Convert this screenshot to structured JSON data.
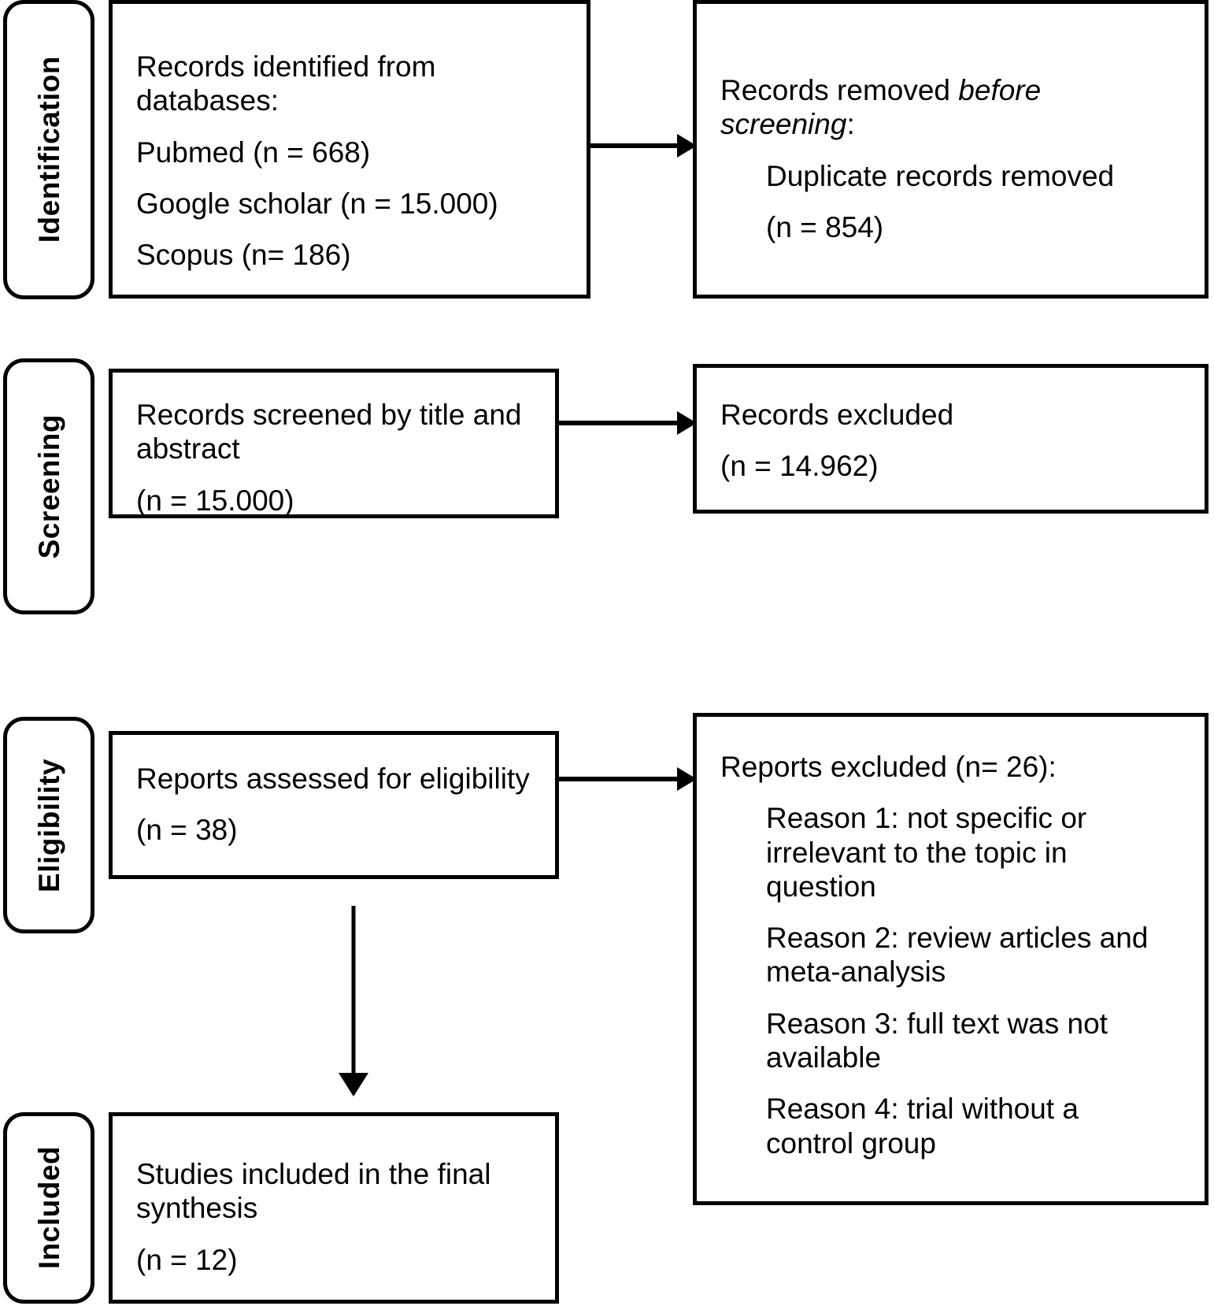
{
  "diagram": {
    "title": "PRISMA flow diagram",
    "stroke_color": "#000000",
    "background_color": "#ffffff"
  },
  "stages": [
    {
      "id": "identification",
      "label": "Identification"
    },
    {
      "id": "screening",
      "label": "Screening"
    },
    {
      "id": "eligibility",
      "label": "Eligibility"
    },
    {
      "id": "included",
      "label": "Included"
    }
  ],
  "boxes": {
    "records_identified": {
      "heading_line_1": "Records identified from",
      "heading_line_2": "databases:",
      "source_1": "Pubmed (n = 668)",
      "source_2": "Google scholar (n = 15.000)",
      "source_3": "Scopus (n= 186)"
    },
    "records_removed": {
      "heading_prefix": "Records removed ",
      "heading_italic": "before screening",
      "heading_suffix": ":",
      "detail_1": "Duplicate records removed",
      "detail_2": "(n = 854)"
    },
    "records_screened": {
      "line_1": "Records screened by title and",
      "line_2": "abstract",
      "count": "(n = 15.000)"
    },
    "records_excluded": {
      "line_1": "Records excluded",
      "count": "(n = 14.962)"
    },
    "reports_assessed": {
      "line_1": "Reports assessed for eligibility",
      "count": "(n = 38)"
    },
    "reports_excluded": {
      "heading": "Reports excluded (n= 26):",
      "reason_1_line_1": "Reason 1: not specific or",
      "reason_1_line_2": "irrelevant to the topic in",
      "reason_1_line_3": "question",
      "reason_2_line_1": "Reason 2: review articles and",
      "reason_2_line_2": "meta-analysis",
      "reason_3_line_1": "Reason 3: full text was not",
      "reason_3_line_2": "available",
      "reason_4_line_1": "Reason 4: trial without a",
      "reason_4_line_2": "control group"
    },
    "studies_included": {
      "line_1": "Studies included in the final",
      "line_2": "synthesis",
      "count": "(n = 12)"
    }
  },
  "connectors": [
    {
      "id": "identification-to-removed",
      "direction": "right"
    },
    {
      "id": "screening-to-excluded",
      "direction": "right"
    },
    {
      "id": "eligibility-to-excluded",
      "direction": "right"
    },
    {
      "id": "eligibility-to-included",
      "direction": "down"
    }
  ]
}
